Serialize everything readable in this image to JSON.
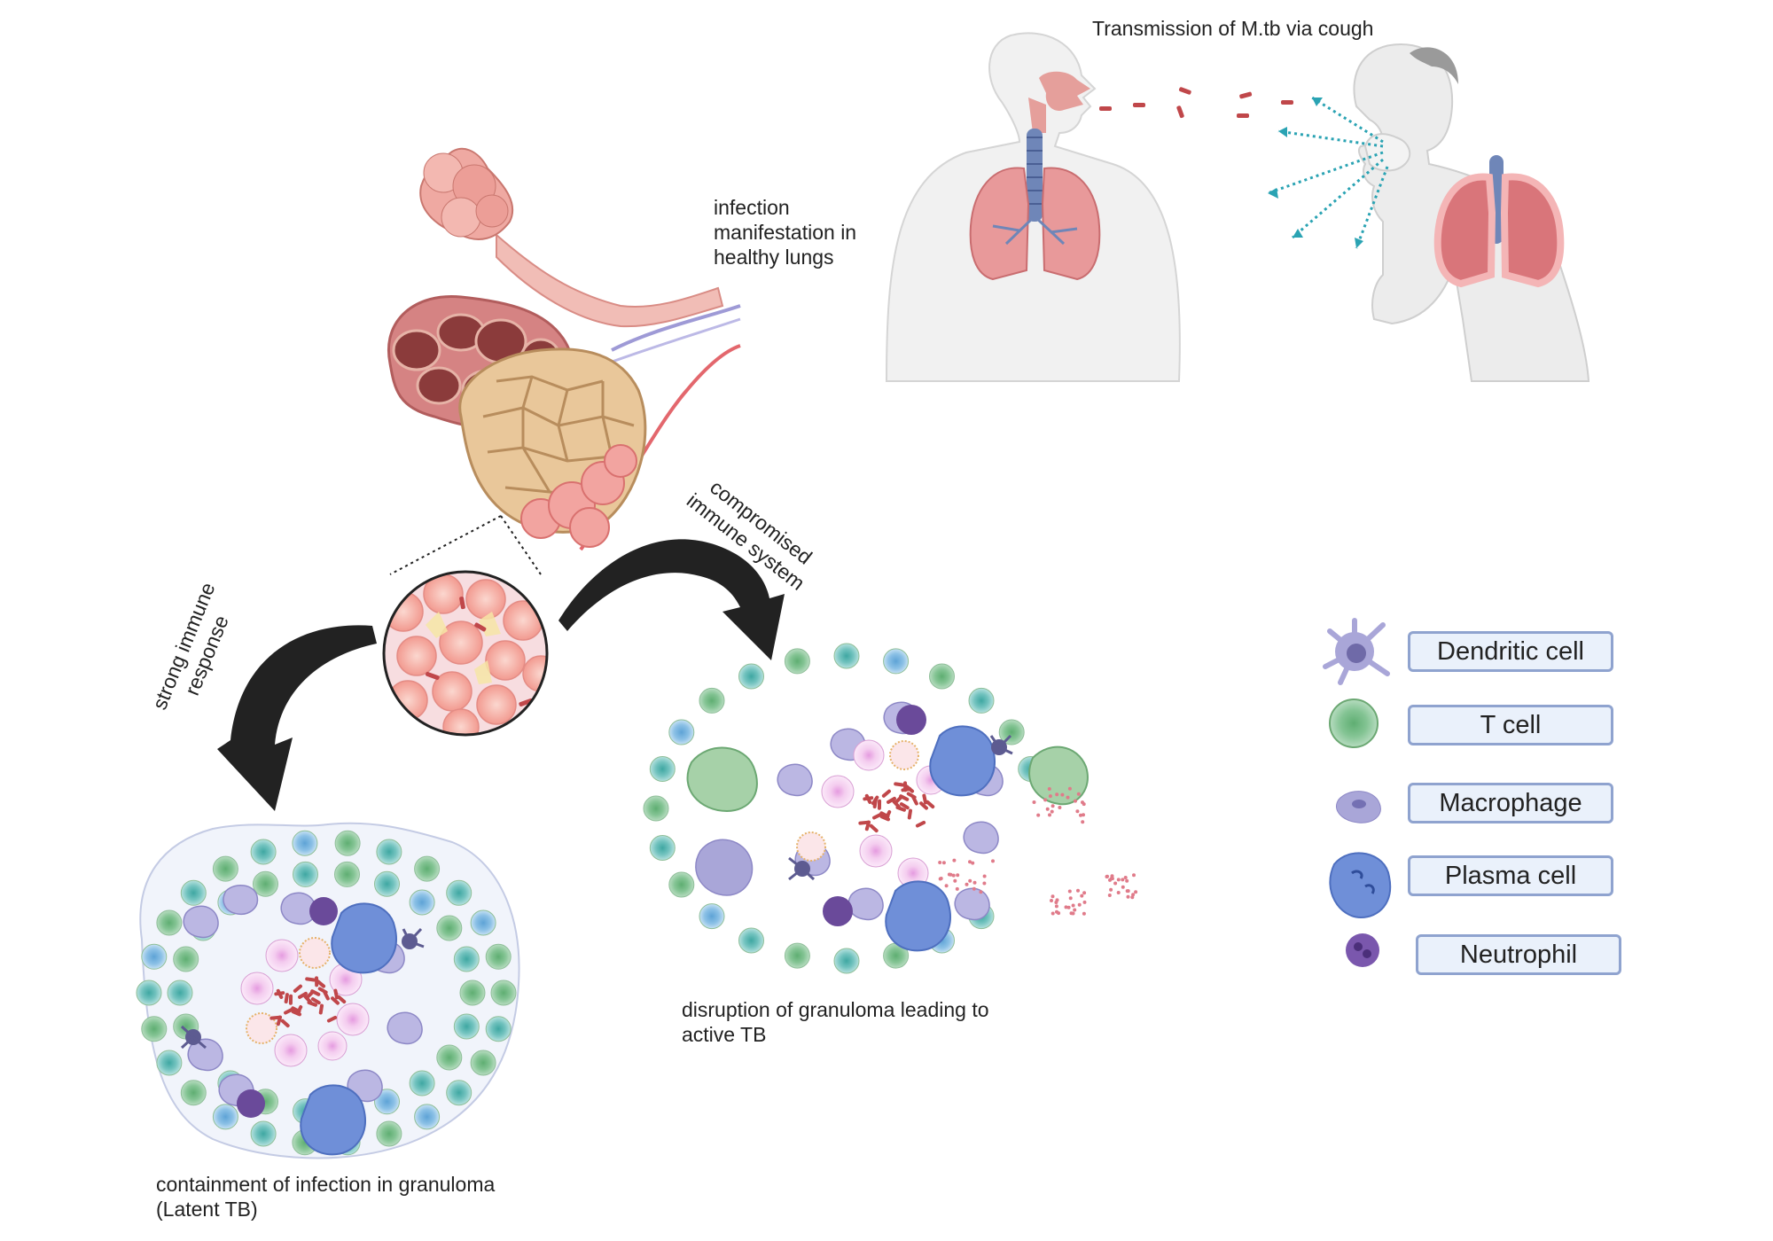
{
  "labels": {
    "transmission": "Transmission of M.tb via cough",
    "infection": [
      "infection",
      "manifestation in",
      "healthy lungs"
    ],
    "compromised": [
      "compromised",
      "immune system"
    ],
    "strong": [
      "strong immune",
      "response"
    ],
    "latent": [
      "containment of infection in granuloma",
      "(Latent TB)"
    ],
    "active": [
      "disruption of granuloma leading to",
      "active TB"
    ]
  },
  "legend": [
    {
      "label": "Dendritic cell",
      "icon": "dendritic-cell-icon"
    },
    {
      "label": "T cell",
      "icon": "t-cell-icon"
    },
    {
      "label": "Macrophage",
      "icon": "macrophage-icon"
    },
    {
      "label": "Plasma cell",
      "icon": "plasma-cell-icon"
    },
    {
      "label": "Neutrophil",
      "icon": "neutrophil-icon"
    }
  ],
  "colors": {
    "dendritic": "#8a86c9",
    "tcell_green": "#7fbf8e",
    "tcell_teal": "#6fc1bd",
    "macrophage": "#a9a6d8",
    "plasma": "#6f8fd8",
    "neutrophil": "#6a4a9a",
    "bacteria": "#c0474a",
    "arrow": "#222222",
    "legend_border": "#8fa3cf",
    "legend_fill": "#eaf1fb"
  }
}
